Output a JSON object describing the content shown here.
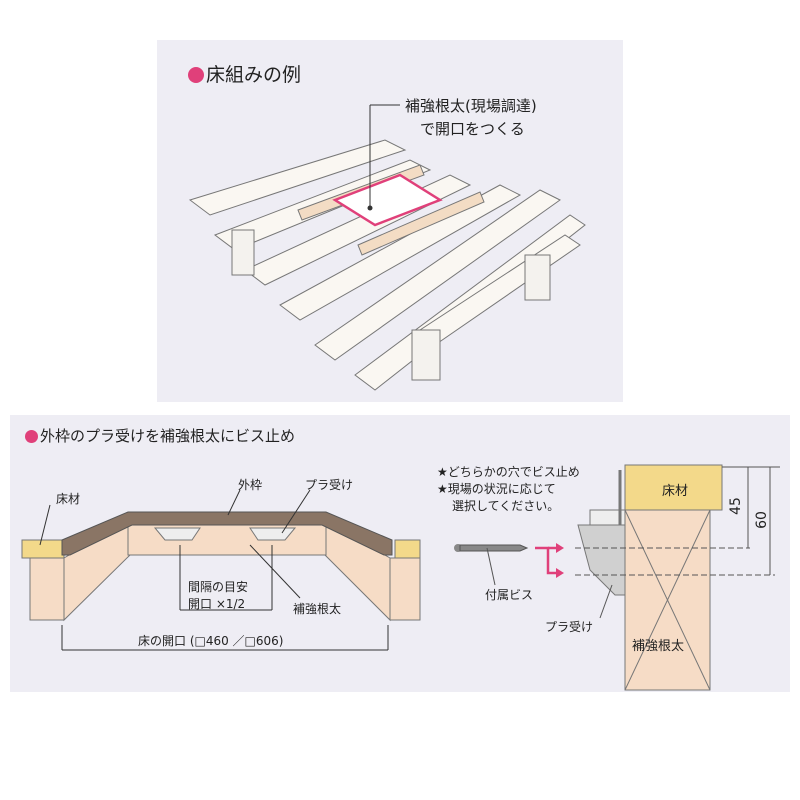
{
  "top": {
    "heading": "床組みの例",
    "callout_line1": "補強根太(現場調達)",
    "callout_line2": "で開口をつくる"
  },
  "bottom": {
    "heading": "外枠のプラ受けを補強根太にビス止め",
    "left": {
      "floor_material": "床材",
      "outer_frame": "外枠",
      "plastic_holder": "プラ受け",
      "spacing_line1": "間隔の目安",
      "spacing_line2": "開口 ×1/2",
      "reinforcing_joist": "補強根太",
      "floor_opening": "床の開口 (□460 ／□606)"
    },
    "right": {
      "note1": "★どちらかの穴でビス止め",
      "note2": "★現場の状況に応じて",
      "note3": "選択してください。",
      "floor_material": "床材",
      "screw": "付属ビス",
      "plastic_holder": "プラ受け",
      "reinforcing_joist": "補強根太",
      "dim_45": "45",
      "dim_60": "60"
    }
  },
  "colors": {
    "accent": "#e0407a",
    "wood": "#f6dcc6",
    "floor": "#f3d98a",
    "frame": "#8a7565",
    "panel": "#eeedf4"
  }
}
